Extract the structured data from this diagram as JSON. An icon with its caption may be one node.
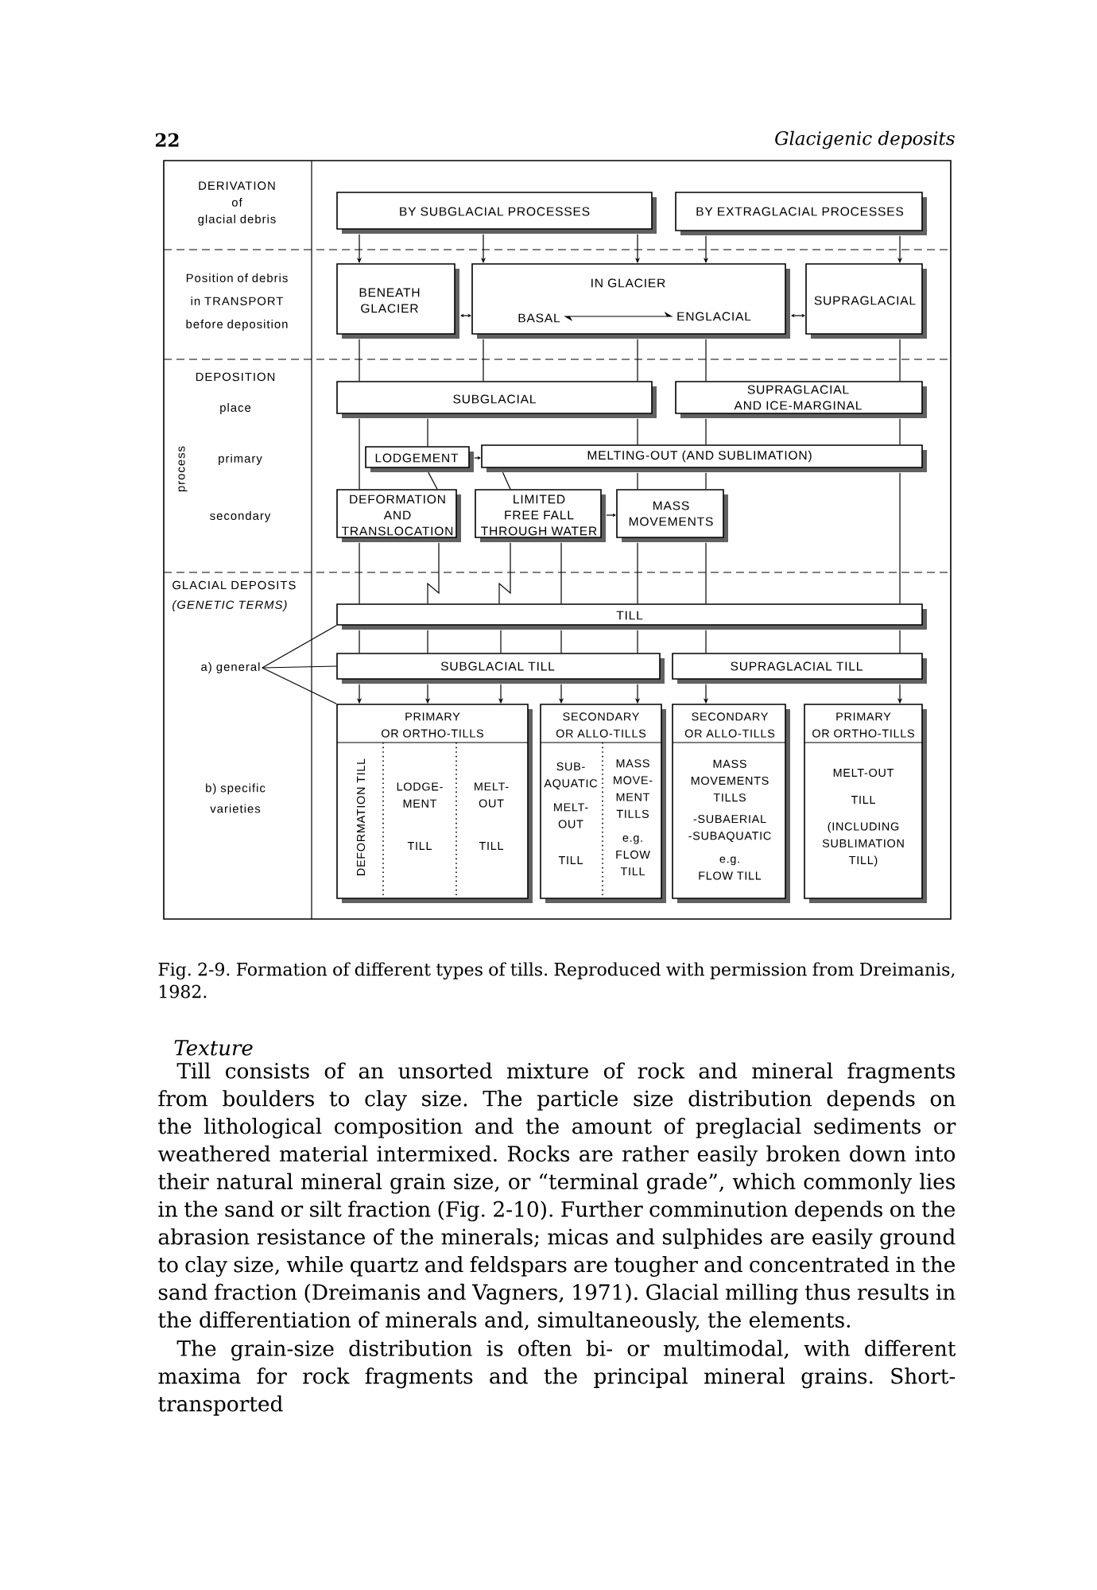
{
  "diagram": {
    "caption": "Fig. 2-9. Formation of different types of tills. Reproduced with permission from Dreimanis, 1982.",
    "nodes": [
      {
        "text": [
          "BY SUBGLACIAL PROCESSES"
        ]
      },
      {
        "text": [
          "BY EXTRAGLACIAL PROCESSES"
        ]
      },
      {
        "text": [
          "BENEATH GLACIER"
        ]
      },
      {
        "text": [
          "IN GLACIER"
        ]
      },
      {
        "text": [
          "BASAL"
        ],
        "in": 3
      },
      {
        "text": [
          "ENGLACIAL"
        ],
        "in": 3
      },
      {
        "text": [
          "SUPRAGLACIAL"
        ]
      },
      {
        "text": [
          "SUBGLACIAL"
        ]
      },
      {
        "text": [
          "SUPRAGLACIAL AND ICE-MARGINAL"
        ]
      },
      {
        "text": [
          "LODGEMENT"
        ]
      },
      {
        "text": [
          "MELTING-OUT (AND SUBLIMATION)"
        ]
      },
      {
        "text": [
          "DEFORMATION AND TRANSLOCATION"
        ]
      },
      {
        "text": [
          "LIMITED FREE FALL THROUGH WATER"
        ]
      },
      {
        "text": [
          "MASS MOVEMENTS"
        ]
      },
      {
        "text": [
          "TILL"
        ]
      },
      {
        "text": [
          "a) general"
        ]
      },
      {
        "text": [
          "SUBGLACIAL TILL"
        ]
      },
      {
        "text": [
          "SUPRAGLACIAL TILL"
        ]
      },
      {
        "text": [
          "PRIMARY OR ORTHO-TILLS",
          "DEFORMATION TILL",
          "LODGE- MENT",
          "TILL",
          "MELT- OUT",
          "TILL"
        ]
      },
      {
        "text": [
          "SECONDARY OR ALLO-TILLS",
          "SUB- AQUATIC",
          "MELT- OUT",
          "TILL",
          "MASS MOVE- MENT TILLS",
          "e.g. FLOW TILL"
        ]
      },
      {
        "text": [
          "SECONDARY OR ALLO-TILLS",
          "MASS MOVEMENTS TILLS",
          "-SUBAERIAL -SUBAQUATIC",
          "e.g. FLOW TILL"
        ]
      },
      {
        "text": [
          "PRIMARY OR ORTHO-TILLS",
          "MELT-OUT",
          "TILL",
          "(INCLUDING SUBLIMATION TILL)"
        ]
      }
    ],
    "edges": [
      {
        "from": 0,
        "to": 2,
        "arrow": "to"
      },
      {
        "from": 0,
        "to": 3,
        "arrow": "to"
      },
      {
        "from": 0,
        "to": 3,
        "arrow": "to"
      },
      {
        "from": 1,
        "to": 3,
        "arrow": "to"
      },
      {
        "from": 1,
        "to": 6,
        "arrow": "to"
      },
      {
        "from": 2,
        "to": 3,
        "arrow": "both"
      },
      {
        "from": 4,
        "to": 5,
        "arrow": "both"
      },
      {
        "from": 3,
        "to": 6,
        "arrow": "both"
      },
      {
        "from": 2,
        "to": 7,
        "arrow": "none"
      },
      {
        "from": 3,
        "to": 7,
        "arrow": "none"
      },
      {
        "from": 3,
        "to": 7,
        "arrow": "none"
      },
      {
        "from": 3,
        "to": 8,
        "arrow": "none"
      },
      {
        "from": 6,
        "to": 8,
        "arrow": "none"
      },
      {
        "from": 7,
        "to": 9,
        "arrow": "none"
      },
      {
        "from": 7,
        "to": 11,
        "arrow": "none"
      },
      {
        "from": 7,
        "to": 10,
        "arrow": "none"
      },
      {
        "from": 8,
        "to": 10,
        "arrow": "none"
      },
      {
        "from": 8,
        "to": 10,
        "arrow": "none"
      },
      {
        "from": 9,
        "to": 10,
        "arrow": "to"
      },
      {
        "from": 9,
        "to": 11,
        "arrow": "none"
      },
      {
        "from": 10,
        "to": 12,
        "arrow": "none"
      },
      {
        "from": 10,
        "to": 13,
        "arrow": "none"
      },
      {
        "from": 10,
        "to": 13,
        "arrow": "none"
      },
      {
        "from": 12,
        "to": 13,
        "arrow": "to"
      },
      {
        "from": 11,
        "to": 14,
        "arrow": "none"
      },
      {
        "from": 11,
        "to": 14,
        "arrow": "none"
      },
      {
        "from": 12,
        "to": 14,
        "arrow": "none"
      },
      {
        "from": 12,
        "to": 14,
        "arrow": "none"
      },
      {
        "from": 13,
        "to": 14,
        "arrow": "none"
      },
      {
        "from": 13,
        "to": 14,
        "arrow": "none"
      },
      {
        "from": 10,
        "to": 14,
        "arrow": "none"
      },
      {
        "from": 14,
        "to": 16,
        "arrow": "none"
      },
      {
        "from": 14,
        "to": 16,
        "arrow": "none"
      },
      {
        "from": 14,
        "to": 16,
        "arrow": "none"
      },
      {
        "from": 14,
        "to": 16,
        "arrow": "none"
      },
      {
        "from": 14,
        "to": 16,
        "arrow": "none"
      },
      {
        "from": 14,
        "to": 17,
        "arrow": "none"
      },
      {
        "from": 14,
        "to": 17,
        "arrow": "none"
      },
      {
        "from": 16,
        "to": 18,
        "arrow": "to"
      },
      {
        "from": 16,
        "to": 18,
        "arrow": "to"
      },
      {
        "from": 16,
        "to": 18,
        "arrow": "to"
      },
      {
        "from": 16,
        "to": 19,
        "arrow": "to"
      },
      {
        "from": 16,
        "to": 19,
        "arrow": "to"
      },
      {
        "from": 17,
        "to": 20,
        "arrow": "to"
      },
      {
        "from": 17,
        "to": 21,
        "arrow": "to"
      },
      {
        "from": 15,
        "to": 14,
        "arrow": "none"
      },
      {
        "from": 15,
        "to": 16,
        "arrow": "none"
      },
      {
        "from": 15,
        "to": 18,
        "arrow": "none"
      }
    ],
    "labels": [
      "22",
      "Glacigenic deposits",
      "DERIVATION of glacial debris",
      "Position of debris in TRANSPORT before deposition",
      "DEPOSITION",
      "place",
      "process",
      "primary",
      "secondary",
      "GLACIAL DEPOSITS",
      "(GENETIC TERMS)",
      "b) specific varieties",
      "Texture",
      "Till consists of an unsorted mixture of rock and mineral fragments from boulders to clay size. The particle size distribution depends on the lithological composition and the amount of preglacial sediments or weathered material intermixed. Rocks are rather easily broken down into their natural mineral grain size, or “terminal grade”, which commonly lies in the sand or silt fraction (Fig. 2-10). Further comminution depends on the abrasion resistance of the minerals; micas and sulphides are easily ground to clay size, while quartz and feldspars are tougher and concentrated in the sand fraction (Dreimanis and Vagners, 1971). Glacial milling thus results in the differentiation of minerals and, simultaneously, the elements.",
      "The grain-size distribution is often bi- or multimodal, with different maxima for rock fragments and the principal mineral grains. Short-transported"
    ]
  }
}
